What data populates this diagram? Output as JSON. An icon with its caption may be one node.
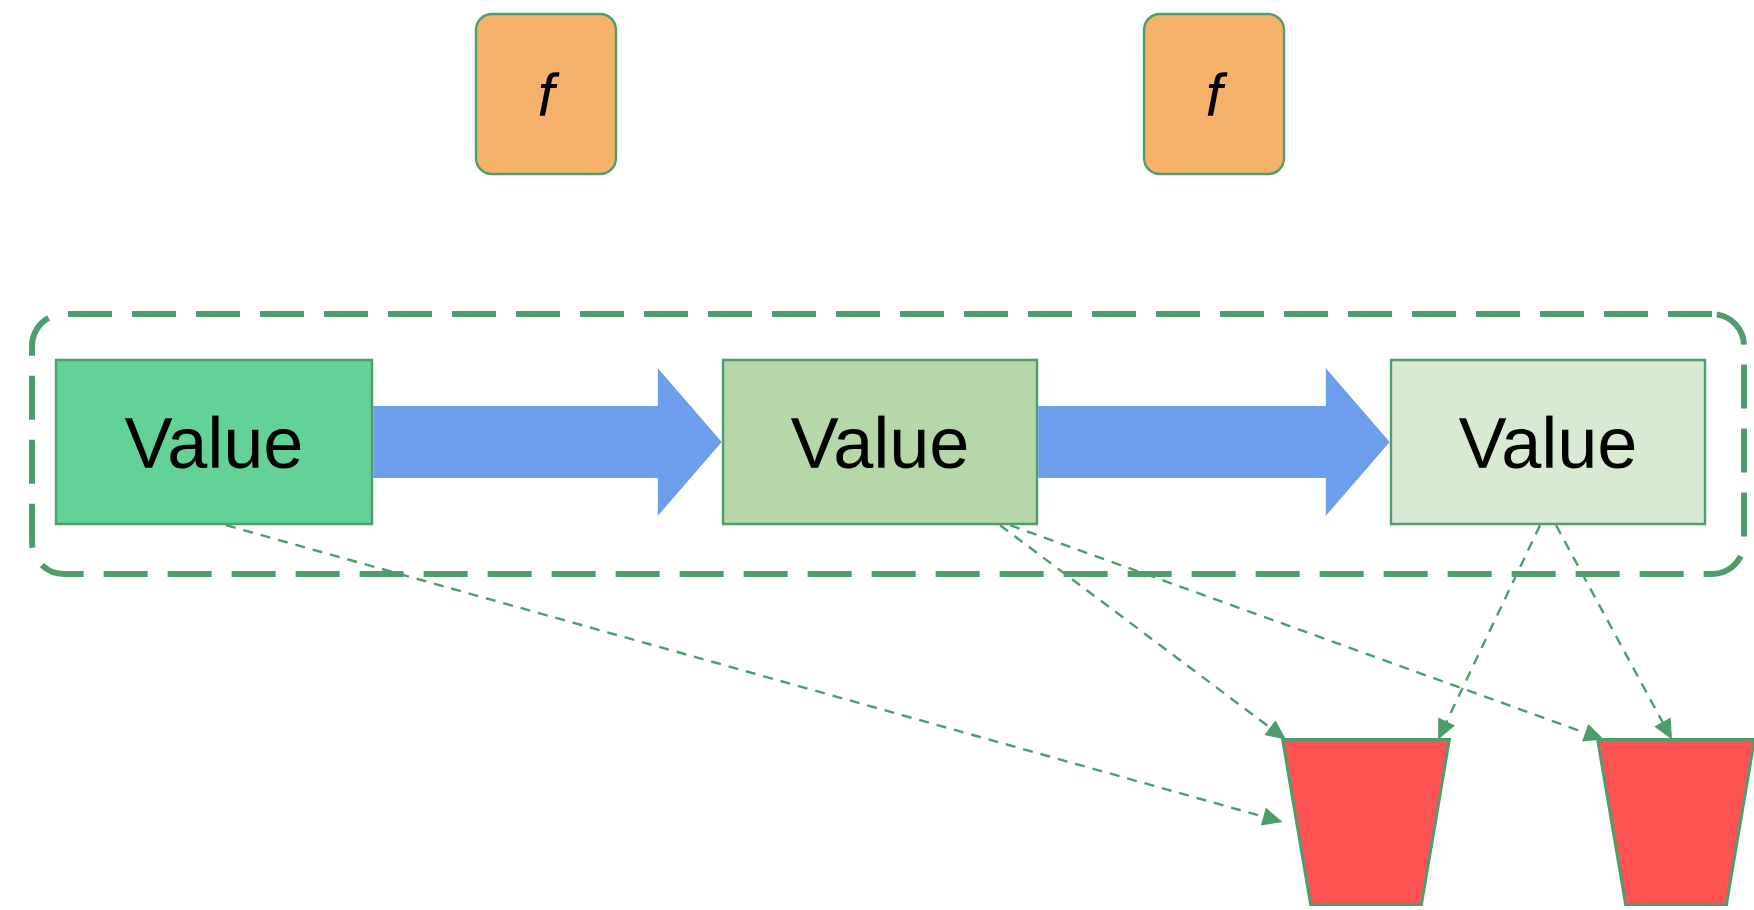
{
  "diagram": {
    "nodes": [
      {
        "text": [
          "f"
        ]
      },
      {
        "text": [
          "f"
        ]
      },
      {
        "text": [],
        "shape": "box"
      },
      {
        "text": [
          "Value"
        ],
        "in": 2
      },
      {
        "text": [
          "Value"
        ],
        "in": 2
      },
      {
        "text": [
          "Value"
        ],
        "in": 2
      },
      {
        "text": [],
        "shape": "bucket"
      },
      {
        "text": [],
        "shape": "bucket"
      }
    ],
    "edges": [
      {
        "from": 3,
        "to": 4,
        "arrow": "to",
        "style": "thick",
        "color": "#6d9eeb"
      },
      {
        "from": 4,
        "to": 5,
        "arrow": "to",
        "style": "thick",
        "color": "#6d9eeb"
      },
      {
        "from": 3,
        "to": 6,
        "arrow": "to",
        "style": "dashed"
      },
      {
        "from": 4,
        "to": 6,
        "arrow": "to",
        "style": "dashed"
      },
      {
        "from": 4,
        "to": 7,
        "arrow": "to",
        "style": "dashed"
      },
      {
        "from": 5,
        "to": 6,
        "arrow": "to",
        "style": "dashed"
      },
      {
        "from": 5,
        "to": 7,
        "arrow": "to",
        "style": "dashed"
      }
    ]
  }
}
